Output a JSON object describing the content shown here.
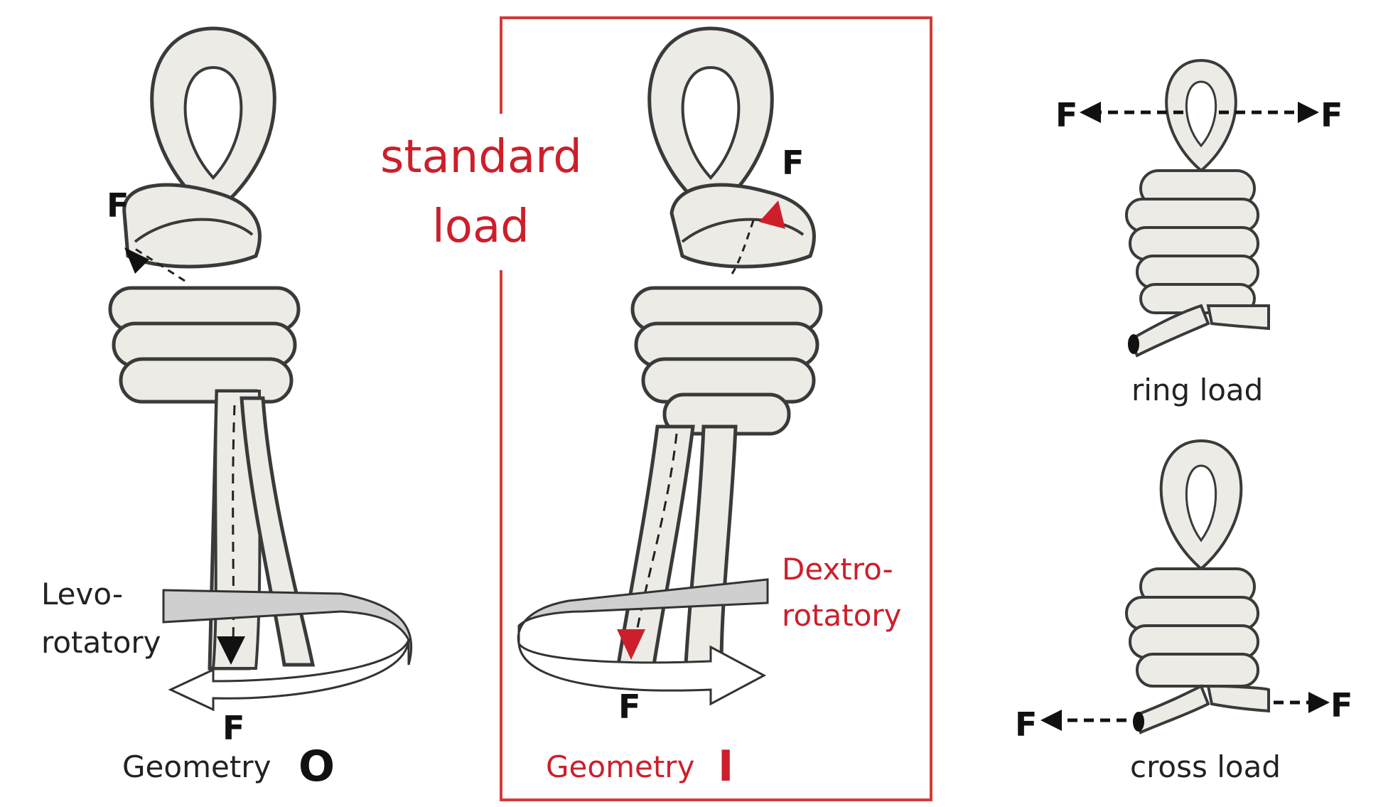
{
  "colors": {
    "rope_fill": "#ecebe6",
    "rope_stroke": "#3a3a3a",
    "accent_red": "#cc1f2b",
    "arrow_black": "#111111",
    "band_fill": "#cfcfcf",
    "frame_red": "#d33a3a"
  },
  "panels": {
    "left": {
      "force_top": "F",
      "force_bottom": "F",
      "rotation_line1": "Levo-",
      "rotation_line2": "rotatory",
      "geometry_word": "Geometry",
      "geometry_letter": "O"
    },
    "center": {
      "title_line1": "standard",
      "title_line2": "load",
      "force_top": "F",
      "force_bottom": "F",
      "rotation_line1": "Dextro-",
      "rotation_line2": "rotatory",
      "geometry_word": "Geometry",
      "geometry_letter": "I"
    },
    "right_top": {
      "force_left": "F",
      "force_right": "F",
      "caption": "ring load"
    },
    "right_bottom": {
      "force_left": "F",
      "force_right": "F",
      "caption": "cross load"
    }
  },
  "icons": [
    "figure-eight-knot-icon",
    "rotation-band-icon",
    "force-arrow-icon"
  ]
}
